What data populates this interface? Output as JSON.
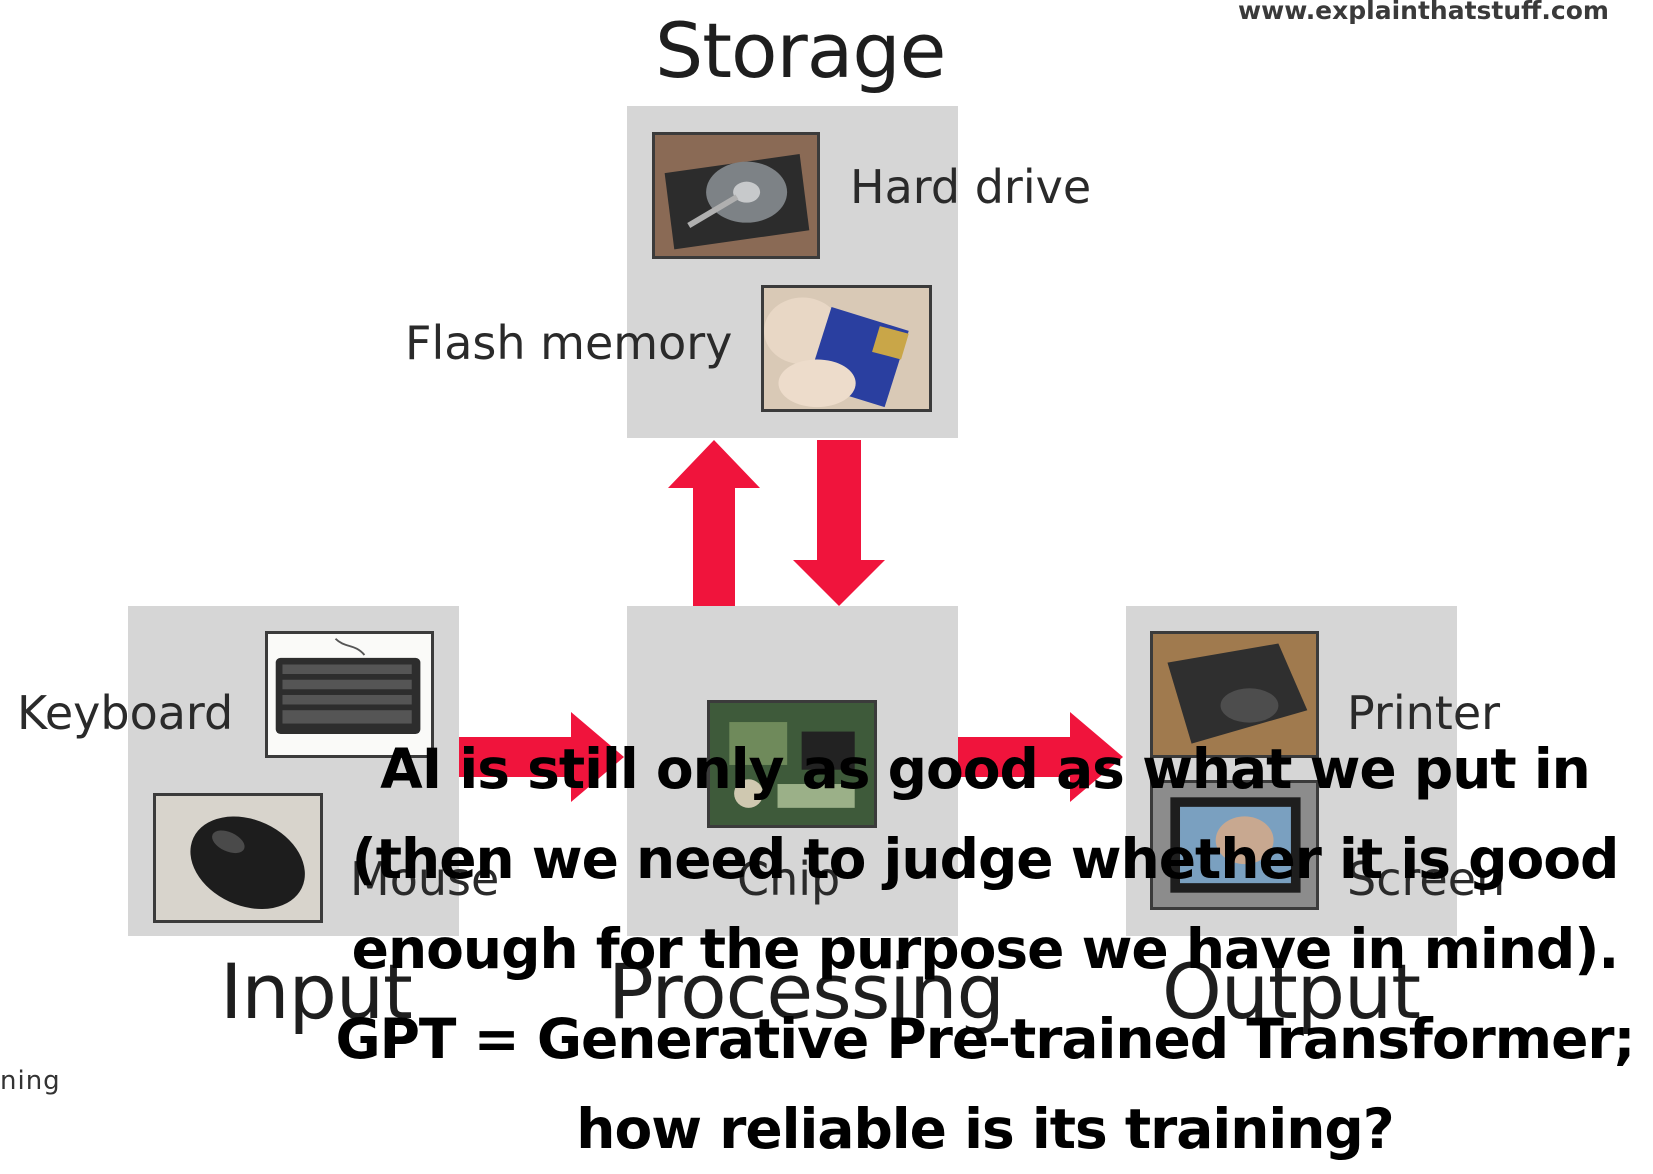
{
  "diagram": {
    "source_url": "www.explainthatstuff.com",
    "sections": {
      "storage": "Storage",
      "input": "Input",
      "processing": "Processing",
      "output": "Output"
    },
    "devices": {
      "hard_drive": "Hard drive",
      "flash_memory": "Flash memory",
      "keyboard": "Keyboard",
      "mouse": "Mouse",
      "chip": "Chip",
      "printer": "Printer",
      "screen": "Screen"
    },
    "clipped_fragment": "ning",
    "colors": {
      "arrow": "#f0143c",
      "panel": "#d6d6d6",
      "photo_border": "#3b3b3b"
    }
  },
  "caption": {
    "lines": [
      "AI is still only as good as what we put in",
      "(then we need to judge whether it is good",
      "enough for the purpose we have in mind).",
      "GPT = Generative Pre-trained Transformer;",
      "how reliable is its training?"
    ]
  }
}
